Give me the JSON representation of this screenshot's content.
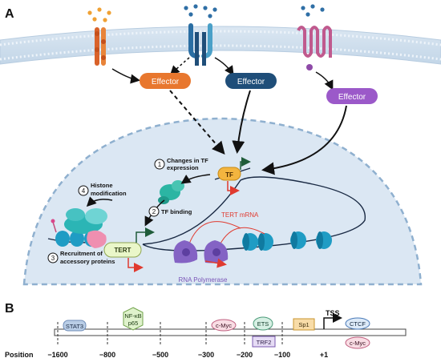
{
  "panel_a": {
    "letter": "A",
    "effectors": [
      {
        "label": "Effector",
        "color": "#e8772e"
      },
      {
        "label": "Effector",
        "color": "#1f4e79"
      },
      {
        "label": "Effector",
        "color": "#9b59c9"
      }
    ],
    "tf_label": "TF",
    "tert_label": "TERT",
    "tert_mrna": "TERT mRNA",
    "rna_polymerase": "RNA Polymerase",
    "steps": [
      {
        "num": "1",
        "text_lines": [
          "Changes in TF",
          "expression"
        ]
      },
      {
        "num": "2",
        "text_lines": [
          "TF binding"
        ]
      },
      {
        "num": "3",
        "text_lines": [
          "Recruitment of",
          "accessory proteins"
        ]
      },
      {
        "num": "4",
        "text_lines": [
          "Histone",
          "modification"
        ]
      }
    ]
  },
  "panel_b": {
    "letter": "B",
    "position_label": "Position",
    "positions": [
      "−1600",
      "−800",
      "−500",
      "−300",
      "−200",
      "−100",
      "+1"
    ],
    "tss_label": "TSS",
    "factors": {
      "stat3": "STAT3",
      "nfkb_line1": "NF-κB",
      "nfkb_line2": "p65",
      "cmyc_a": "c-Myc",
      "ets": "ETS",
      "trf2": "TRF2",
      "sp1": "Sp1",
      "ctcf": "CTCF",
      "cmyc_b": "c-Myc"
    }
  }
}
